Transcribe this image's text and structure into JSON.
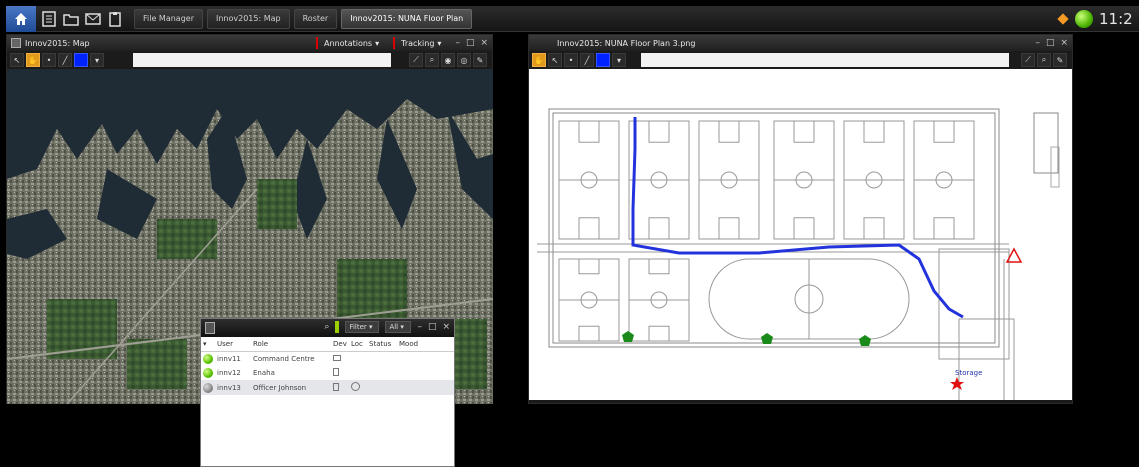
{
  "taskbar": {
    "tabs": [
      {
        "label": "File Manager"
      },
      {
        "label": "Innov2015: Map"
      },
      {
        "label": "Roster"
      },
      {
        "label": "Innov2015: NUNA Floor Plan",
        "active": true
      }
    ],
    "clock": "11:2",
    "icons": [
      "home-icon",
      "contacts-icon",
      "folder-icon",
      "mail-icon",
      "clipboard-icon"
    ]
  },
  "map_window": {
    "title": "Innov2015: Map",
    "annotations_label": "Annotations",
    "tracking_label": "Tracking",
    "controls": [
      "–",
      "□",
      "×"
    ]
  },
  "floor_window": {
    "title": "Innov2015: NUNA Floor Plan 3.png",
    "controls": [
      "–",
      "□",
      "×"
    ],
    "room_label": "Storage"
  },
  "roster": {
    "filter_label": "Filter",
    "all_label": "All",
    "controls": [
      "–",
      "□",
      "×"
    ],
    "columns": [
      "User",
      "Role",
      "Dev",
      "Loc",
      "Status",
      "Mood"
    ],
    "rows": [
      {
        "user": "innv11",
        "role": "Command Centre",
        "status": "green"
      },
      {
        "user": "innv12",
        "role": "Enaha",
        "status": "green"
      },
      {
        "user": "innv13",
        "role": "Officer Johnson",
        "status": "gray"
      }
    ]
  },
  "colors": {
    "accent_blue": "#1f4a95",
    "path_blue": "#2233dd",
    "marker_green": "#1a8a1a",
    "alert_red": "#e01010"
  }
}
